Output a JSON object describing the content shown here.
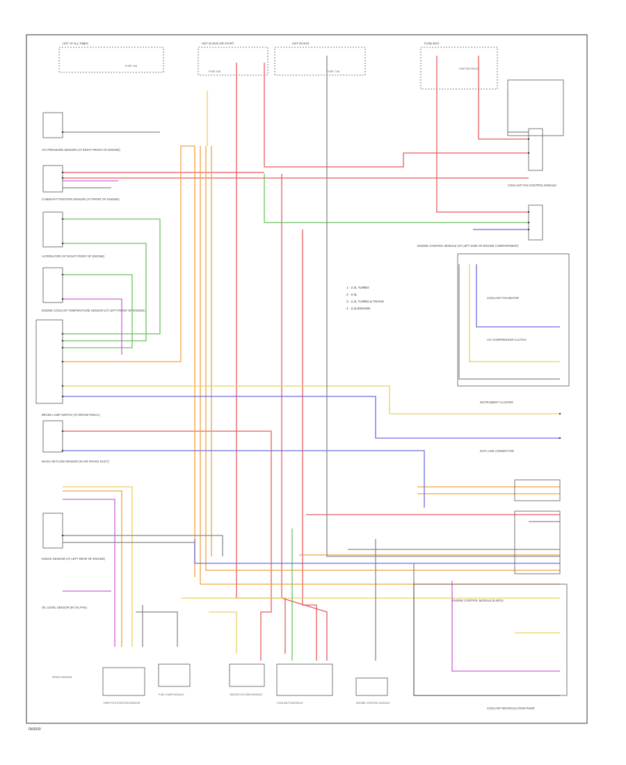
{
  "footer_code": "7A/0000",
  "legend": [
    "1 - 2.2L TURBO",
    "2 - 2.2L",
    "3 - 2.2L TURBO & TRANS",
    "4 - 2.2L/ENGINE"
  ],
  "components": {
    "left": [
      "A/C PRESSURE SENSOR (AT RIGHT FRONT OF ENGINE)",
      "CAMSHAFT POSITION SENSOR (AT FRONT OF ENGINE)",
      "ALTERNATOR (AT RIGHT FRONT OF ENGINE)",
      "ENGINE COOLANT TEMPERATURE SENSOR (AT LEFT FRONT OF ENGINE)",
      "BRAKE LAMP SWITCH (AT BRAKE PEDAL)",
      "MASS AIR FLOW SENSOR (IN AIR INTAKE DUCT)",
      "KNOCK SENSOR (AT LEFT REAR OF ENGINE)",
      "OIL LEVEL SENSOR (IN OIL PAN)"
    ],
    "bottom": [
      "SPEED SENSOR",
      "THROTTLE POSITION SENSOR",
      "FUEL PUMP MODULE",
      "HEATED OXYGEN SENSOR",
      "COOLANT FAN RELAY",
      "ENGINE CONTROL MODULE"
    ],
    "right": [
      "COOLANT FAN CONTROL MODULE",
      "ENGINE CONTROL MODULE (AT LEFT SIDE OF ENGINE COMPARTMENT)",
      "COOLANT FAN MOTOR",
      "A/C COMPRESSOR CLUTCH",
      "INSTRUMENT CLUSTER",
      "DATA LINK CONNECTOR",
      "ENGINE CONTROL MODULE (E-BOX)",
      "COOLANT RECIRCULATION PUMP"
    ],
    "top": [
      "HOT AT ALL TIMES",
      "HOT IN RUN OR START",
      "HOT IN RUN",
      "FUSE BOX",
      "FUSE 15A",
      "FUSE 10A",
      "FUSE 7.5A",
      "IGNITION RELAY"
    ]
  },
  "colors": {
    "red": "#e85a5a",
    "orange": "#f0a040",
    "yellow": "#e8d060",
    "green": "#6cc060",
    "blue": "#6a6ae0",
    "magenta": "#d060d8",
    "gray": "#888888",
    "black": "#333333"
  }
}
